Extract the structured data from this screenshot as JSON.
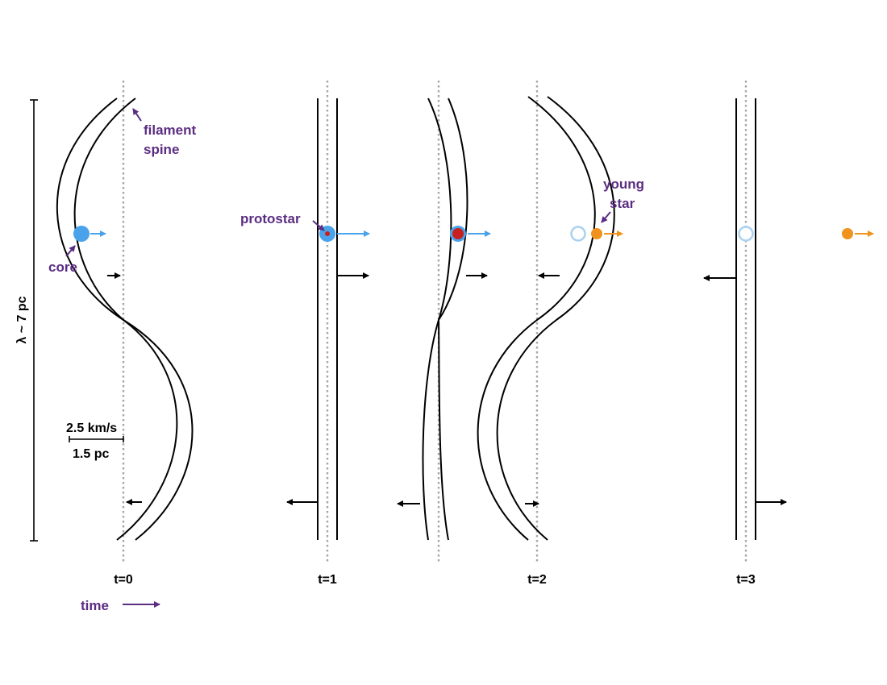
{
  "colors": {
    "ink": "#000000",
    "spine_dotted": "#a6a6a6",
    "annotation_purple": "#5b2d82",
    "core_blue": "#4aa3ea",
    "protostar_red": "#c8201e",
    "young_star_orange": "#f0921e"
  },
  "labels": {
    "wavelength": "λ ~ 7 pc",
    "velocity_scale": "2.5 km/s",
    "length_scale": "1.5 pc",
    "filament_spine_line1": "filament",
    "filament_spine_line2": "spine",
    "core": "core",
    "protostar": "protostar",
    "young_star_line1": "young",
    "young_star_line2": "star",
    "time": "time"
  },
  "panels": [
    {
      "id": "t0",
      "time_label": "t=0",
      "filament_shape": "sinusoidal",
      "object": "core"
    },
    {
      "id": "t1",
      "time_label": "t=1",
      "filament_shape": "straight",
      "object": "protostar"
    },
    {
      "id": "t1b",
      "time_label": "",
      "filament_shape": "sinusoidal-reversed",
      "object": "protostar"
    },
    {
      "id": "t2",
      "time_label": "t=2",
      "filament_shape": "sinusoidal-reversed",
      "object": "young-star"
    },
    {
      "id": "t3",
      "time_label": "t=3",
      "filament_shape": "straight",
      "object": "young-star"
    }
  ]
}
